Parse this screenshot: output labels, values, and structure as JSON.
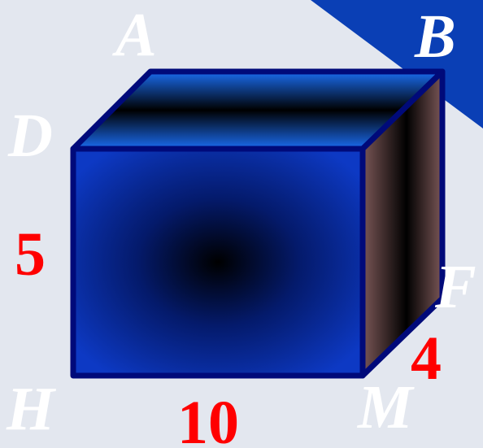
{
  "vertices": {
    "a": "A",
    "b": "B",
    "d": "D",
    "f": "F",
    "h": "H",
    "m": "M"
  },
  "dimensions": {
    "height": "5",
    "length": "10",
    "width": "4"
  },
  "colors": {
    "background": "#e3e7ef",
    "corner_triangle": "#0a3fb5",
    "front_face": "#0d39c4",
    "top_face": "#1261e6",
    "side_face": "#6b4848",
    "edges": "#000a7a",
    "vertex_label": "#ffffff",
    "dimension_label": "#ff0000"
  }
}
